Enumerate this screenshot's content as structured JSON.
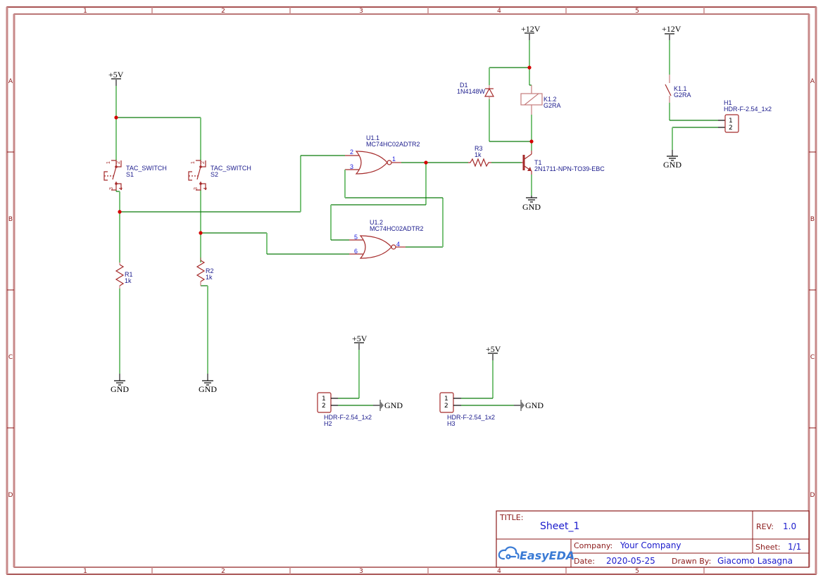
{
  "sheet": {
    "columns": [
      "1",
      "2",
      "3",
      "4",
      "5"
    ],
    "rows": [
      "A",
      "B",
      "C",
      "D"
    ]
  },
  "title_block": {
    "title_label": "TITLE:",
    "title_value": "Sheet_1",
    "rev_label": "REV:",
    "rev_value": "1.0",
    "company_label": "Company:",
    "company_value": "Your Company",
    "sheet_label": "Sheet:",
    "sheet_value": "1/1",
    "date_label": "Date:",
    "date_value": "2020-05-25",
    "drawn_by_label": "Drawn By:",
    "drawn_by_value": "Giacomo Lasagna",
    "logo": "EasyEDA"
  },
  "nets": {
    "vcc5": "+5V",
    "vcc12": "+12V",
    "gnd": "GND"
  },
  "components": {
    "s1": {
      "ref": "S1",
      "value": "TAC_SWITCH",
      "pins": [
        "1",
        "2",
        "3",
        "4"
      ]
    },
    "s2": {
      "ref": "S2",
      "value": "TAC_SWITCH",
      "pins": [
        "1",
        "2",
        "3",
        "4"
      ]
    },
    "r1": {
      "ref": "R1",
      "value": "1k"
    },
    "r2": {
      "ref": "R2",
      "value": "1k"
    },
    "r3": {
      "ref": "R3",
      "value": "1k"
    },
    "u1_1": {
      "ref": "U1.1",
      "value": "MC74HC02ADTR2",
      "pins": [
        "2",
        "3",
        "1"
      ]
    },
    "u1_2": {
      "ref": "U1.2",
      "value": "MC74HC02ADTR2",
      "pins": [
        "5",
        "6",
        "4"
      ]
    },
    "d1": {
      "ref": "D1",
      "value": "1N4148W"
    },
    "k1_2": {
      "ref": "K1.2",
      "value": "G2RA"
    },
    "k1_1": {
      "ref": "K1.1",
      "value": "G2RA"
    },
    "t1": {
      "ref": "T1",
      "value": "2N1711-NPN-TO39-EBC"
    },
    "h1": {
      "ref": "H1",
      "value": "HDR-F-2.54_1x2",
      "pins": [
        "1",
        "2"
      ]
    },
    "h2": {
      "ref": "H2",
      "value": "HDR-F-2.54_1x2",
      "pins": [
        "1",
        "2"
      ]
    },
    "h3": {
      "ref": "H3",
      "value": "HDR-F-2.54_1x2",
      "pins": [
        "1",
        "2"
      ]
    }
  }
}
